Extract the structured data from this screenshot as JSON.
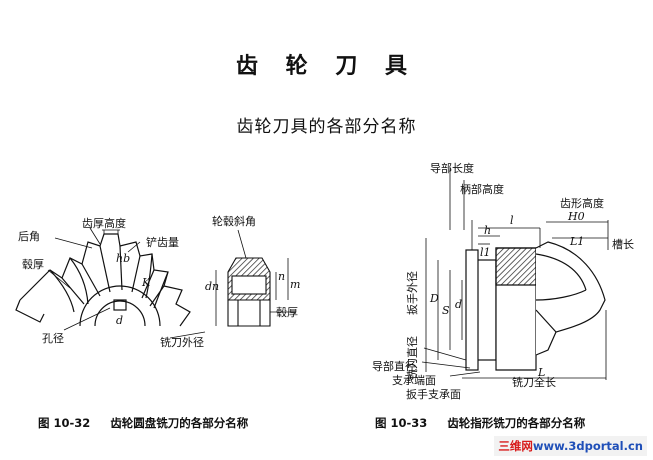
{
  "document": {
    "title": "齿 轮 刀 具",
    "subtitle": "齿轮刀具的各部分名称"
  },
  "figure_32": {
    "labels": {
      "tooth_thickness_height": "齿厚高度",
      "relief_angle": "后角",
      "relief_amount": "铲齿量",
      "hub_thickness_left": "毂厚",
      "hole_diameter": "孔径",
      "hub_bevel_angle": "轮毂斜角",
      "hub_thickness_right": "毂厚",
      "cutter_outer_diameter": "铣刀外径"
    },
    "symbols": {
      "h_b": "hb",
      "m": "m",
      "d": "d",
      "d_n": "dn",
      "n": "n",
      "k": "K"
    },
    "caption": {
      "number": "图 10-32",
      "text": "齿轮圆盘铣刀的各部分名称"
    }
  },
  "figure_33": {
    "labels": {
      "guide_length": "导部长度",
      "shank_height": "柄部高度",
      "tooth_profile_height": "齿形高度",
      "groove_length": "槽长",
      "wrench_outer_diameter": "扳手外径",
      "cutter_straight_diameter": "铣刀直径",
      "guide_diameter": "导部直径",
      "support_end_face": "支承端面",
      "wrench_support_face": "扳手支承面",
      "cutter_total_length": "铣刀全长"
    },
    "symbols": {
      "l": "l",
      "h": "h",
      "l1": "l1",
      "h0": "H0",
      "l_1": "L1",
      "d": "d",
      "D": "D",
      "S": "S",
      "L": "L"
    },
    "caption": {
      "number": "图 10-33",
      "text": "齿轮指形铣刀的各部分名称"
    }
  },
  "watermark": {
    "part1": "三维网",
    "part2": "www.3dportal.cn"
  }
}
